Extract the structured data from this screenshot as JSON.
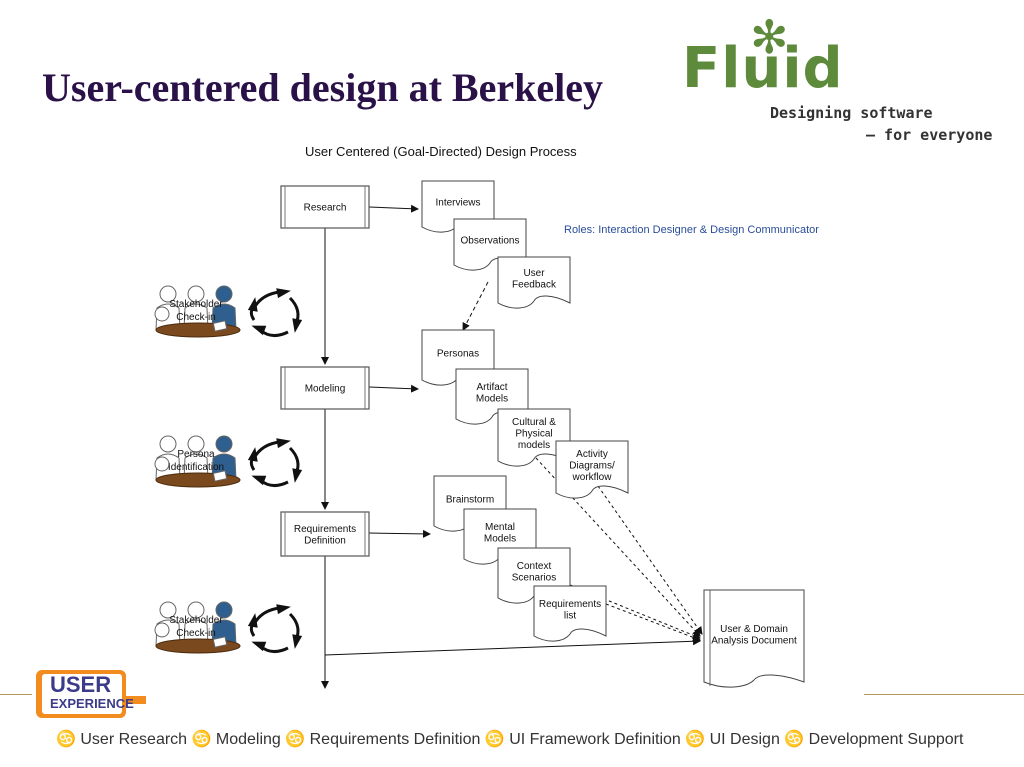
{
  "slide": {
    "title": "User-centered design at Berkeley"
  },
  "logo": {
    "word": "Fluid",
    "star": "✻",
    "tagline_line1": "Designing software",
    "tagline_line2": "– for everyone"
  },
  "badge": {
    "line1": "USER",
    "line2": "EXPERIENCE"
  },
  "diagram": {
    "title": "User Centered (Goal-Directed) Design Process",
    "roles": "Roles:  Interaction Designer & Design Communicator",
    "process_boxes": [
      "Research",
      "Modeling",
      [
        "Requirements",
        "Definition"
      ]
    ],
    "group1": [
      "Interviews",
      "Observations",
      [
        "User",
        "Feedback"
      ]
    ],
    "group2": [
      "Personas",
      [
        "Artifact",
        "Models"
      ],
      [
        "Cultural &",
        "Physical",
        "models"
      ],
      [
        "Activity",
        "Diagrams/",
        "workflow"
      ]
    ],
    "group3": [
      "Brainstorm",
      [
        "Mental",
        "Models"
      ],
      [
        "Context",
        "Scenarios"
      ],
      [
        "Requirements",
        "list"
      ]
    ],
    "output_doc": [
      "User & Domain",
      "Analysis Document"
    ],
    "meetings": [
      [
        "Stakeholder",
        "Check-in"
      ],
      [
        "Persona",
        "Identification"
      ],
      [
        "Stakeholder",
        "Check-in"
      ]
    ]
  },
  "footer": {
    "text": "♋ User Research ♋ Modeling ♋ Requirements Definition ♋ UI Framework Definition ♋ UI Design ♋ Development Support"
  },
  "colors": {
    "title": "#2a1248",
    "logo_green": "#5e8a3c",
    "roles_blue": "#2a4d9a",
    "badge_orange": "#f28c1e",
    "table_brown": "#7a4a1e",
    "figure_blue": "#2f5f8f"
  }
}
